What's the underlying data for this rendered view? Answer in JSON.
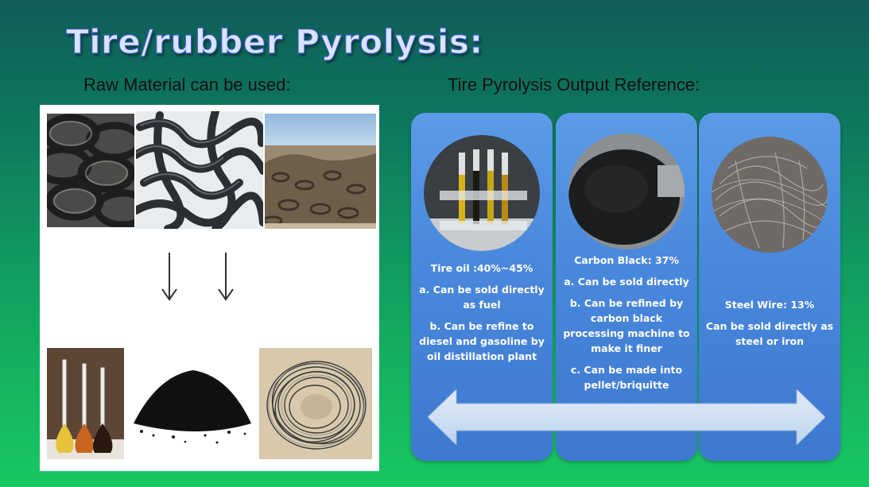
{
  "slide": {
    "title": "Tire/rubber Pyrolysis:",
    "left_heading": "Raw Material can be used:",
    "right_heading": "Tire Pyrolysis  Output Reference:"
  },
  "cards": [
    {
      "title": "Tire oil :40%~45%",
      "points": [
        "a. Can be sold directly as fuel",
        "b. Can be refine to diesel and gasoline by oil distillation plant"
      ]
    },
    {
      "title": "Carbon Black: 37%",
      "points": [
        "a. Can be sold directly",
        "b. Can be refined by carbon black processing machine to make it finer",
        "c. Can be made into pellet/briquitte"
      ]
    },
    {
      "title": "Steel Wire: 13%",
      "points": [
        "Can be sold directly as steel or iron"
      ]
    }
  ],
  "colors": {
    "card_blue": "#4a89dd",
    "title_fill": "#d9e4ff",
    "title_outline": "#3a57c8",
    "arrow_fill": "#c9dcf2"
  }
}
